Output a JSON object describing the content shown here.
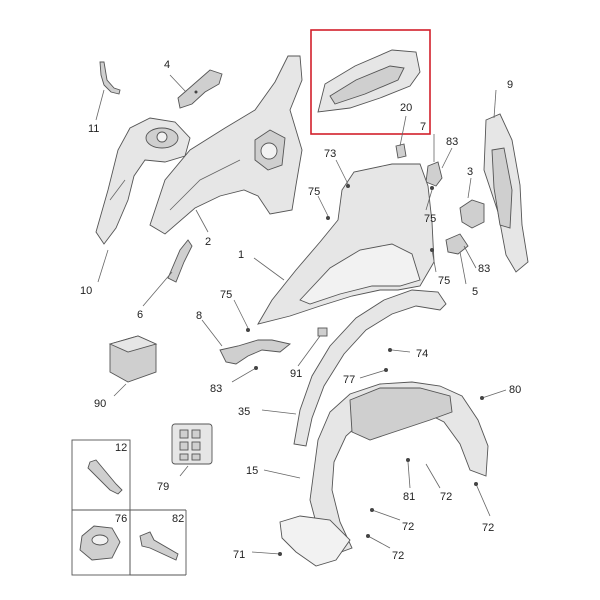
{
  "highlight_color": "#d21f2b",
  "labels": {
    "l1": "1",
    "l2": "2",
    "l3": "3",
    "l4": "4",
    "l5": "5",
    "l6": "6",
    "l7": "7",
    "l8": "8",
    "l9": "9",
    "l10": "10",
    "l11": "11",
    "l12": "12",
    "l15": "15",
    "l20": "20",
    "l35": "35",
    "l71": "71",
    "l72a": "72",
    "l72b": "72",
    "l72c": "72",
    "l72d": "72",
    "l73": "73",
    "l74": "74",
    "l75a": "75",
    "l75b": "75",
    "l75c": "75",
    "l75d": "75",
    "l76": "76",
    "l77": "77",
    "l79": "79",
    "l80": "80",
    "l81": "81",
    "l82": "82",
    "l83a": "83",
    "l83b": "83",
    "l83c": "83",
    "l90": "90",
    "l91": "91"
  }
}
